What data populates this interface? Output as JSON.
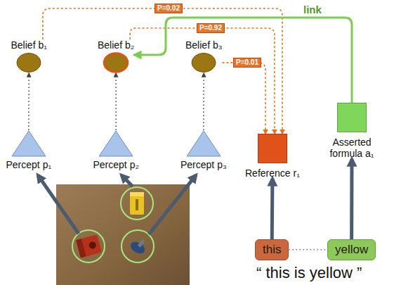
{
  "diagram": {
    "nodes": [
      {
        "text": [
          "Belief b₁"
        ]
      },
      {
        "text": [
          "Belief b₂"
        ]
      },
      {
        "text": [
          "Belief b₃"
        ]
      },
      {
        "text": [
          "Percept p₁"
        ]
      },
      {
        "text": [
          "Percept p₂"
        ]
      },
      {
        "text": [
          "Percept p₃"
        ]
      },
      {
        "text": [
          "Reference r₁"
        ]
      },
      {
        "text": [
          "Asserted formula a₁"
        ]
      },
      {
        "text": [
          "this"
        ]
      },
      {
        "text": [
          "yellow"
        ]
      }
    ],
    "edges": [
      {
        "from": 3,
        "to": 0,
        "arrow": "to"
      },
      {
        "from": 4,
        "to": 1,
        "arrow": "to"
      },
      {
        "from": 5,
        "to": 2,
        "arrow": "to"
      },
      {
        "from": 0,
        "to": 6,
        "label": "P=0.02",
        "arrow": "to"
      },
      {
        "from": 1,
        "to": 6,
        "label": "P=0.92",
        "arrow": "to"
      },
      {
        "from": 2,
        "to": 6,
        "label": "P=0.01",
        "arrow": "to"
      },
      {
        "from": 7,
        "to": 1,
        "label": "link",
        "arrow": "to"
      },
      {
        "from": 8,
        "to": 6,
        "arrow": "to"
      },
      {
        "from": 9,
        "to": 7,
        "arrow": "to"
      },
      {
        "from": 8,
        "to": 9,
        "arrow": "none"
      }
    ],
    "labels": [
      "“ this is yellow ”"
    ]
  }
}
